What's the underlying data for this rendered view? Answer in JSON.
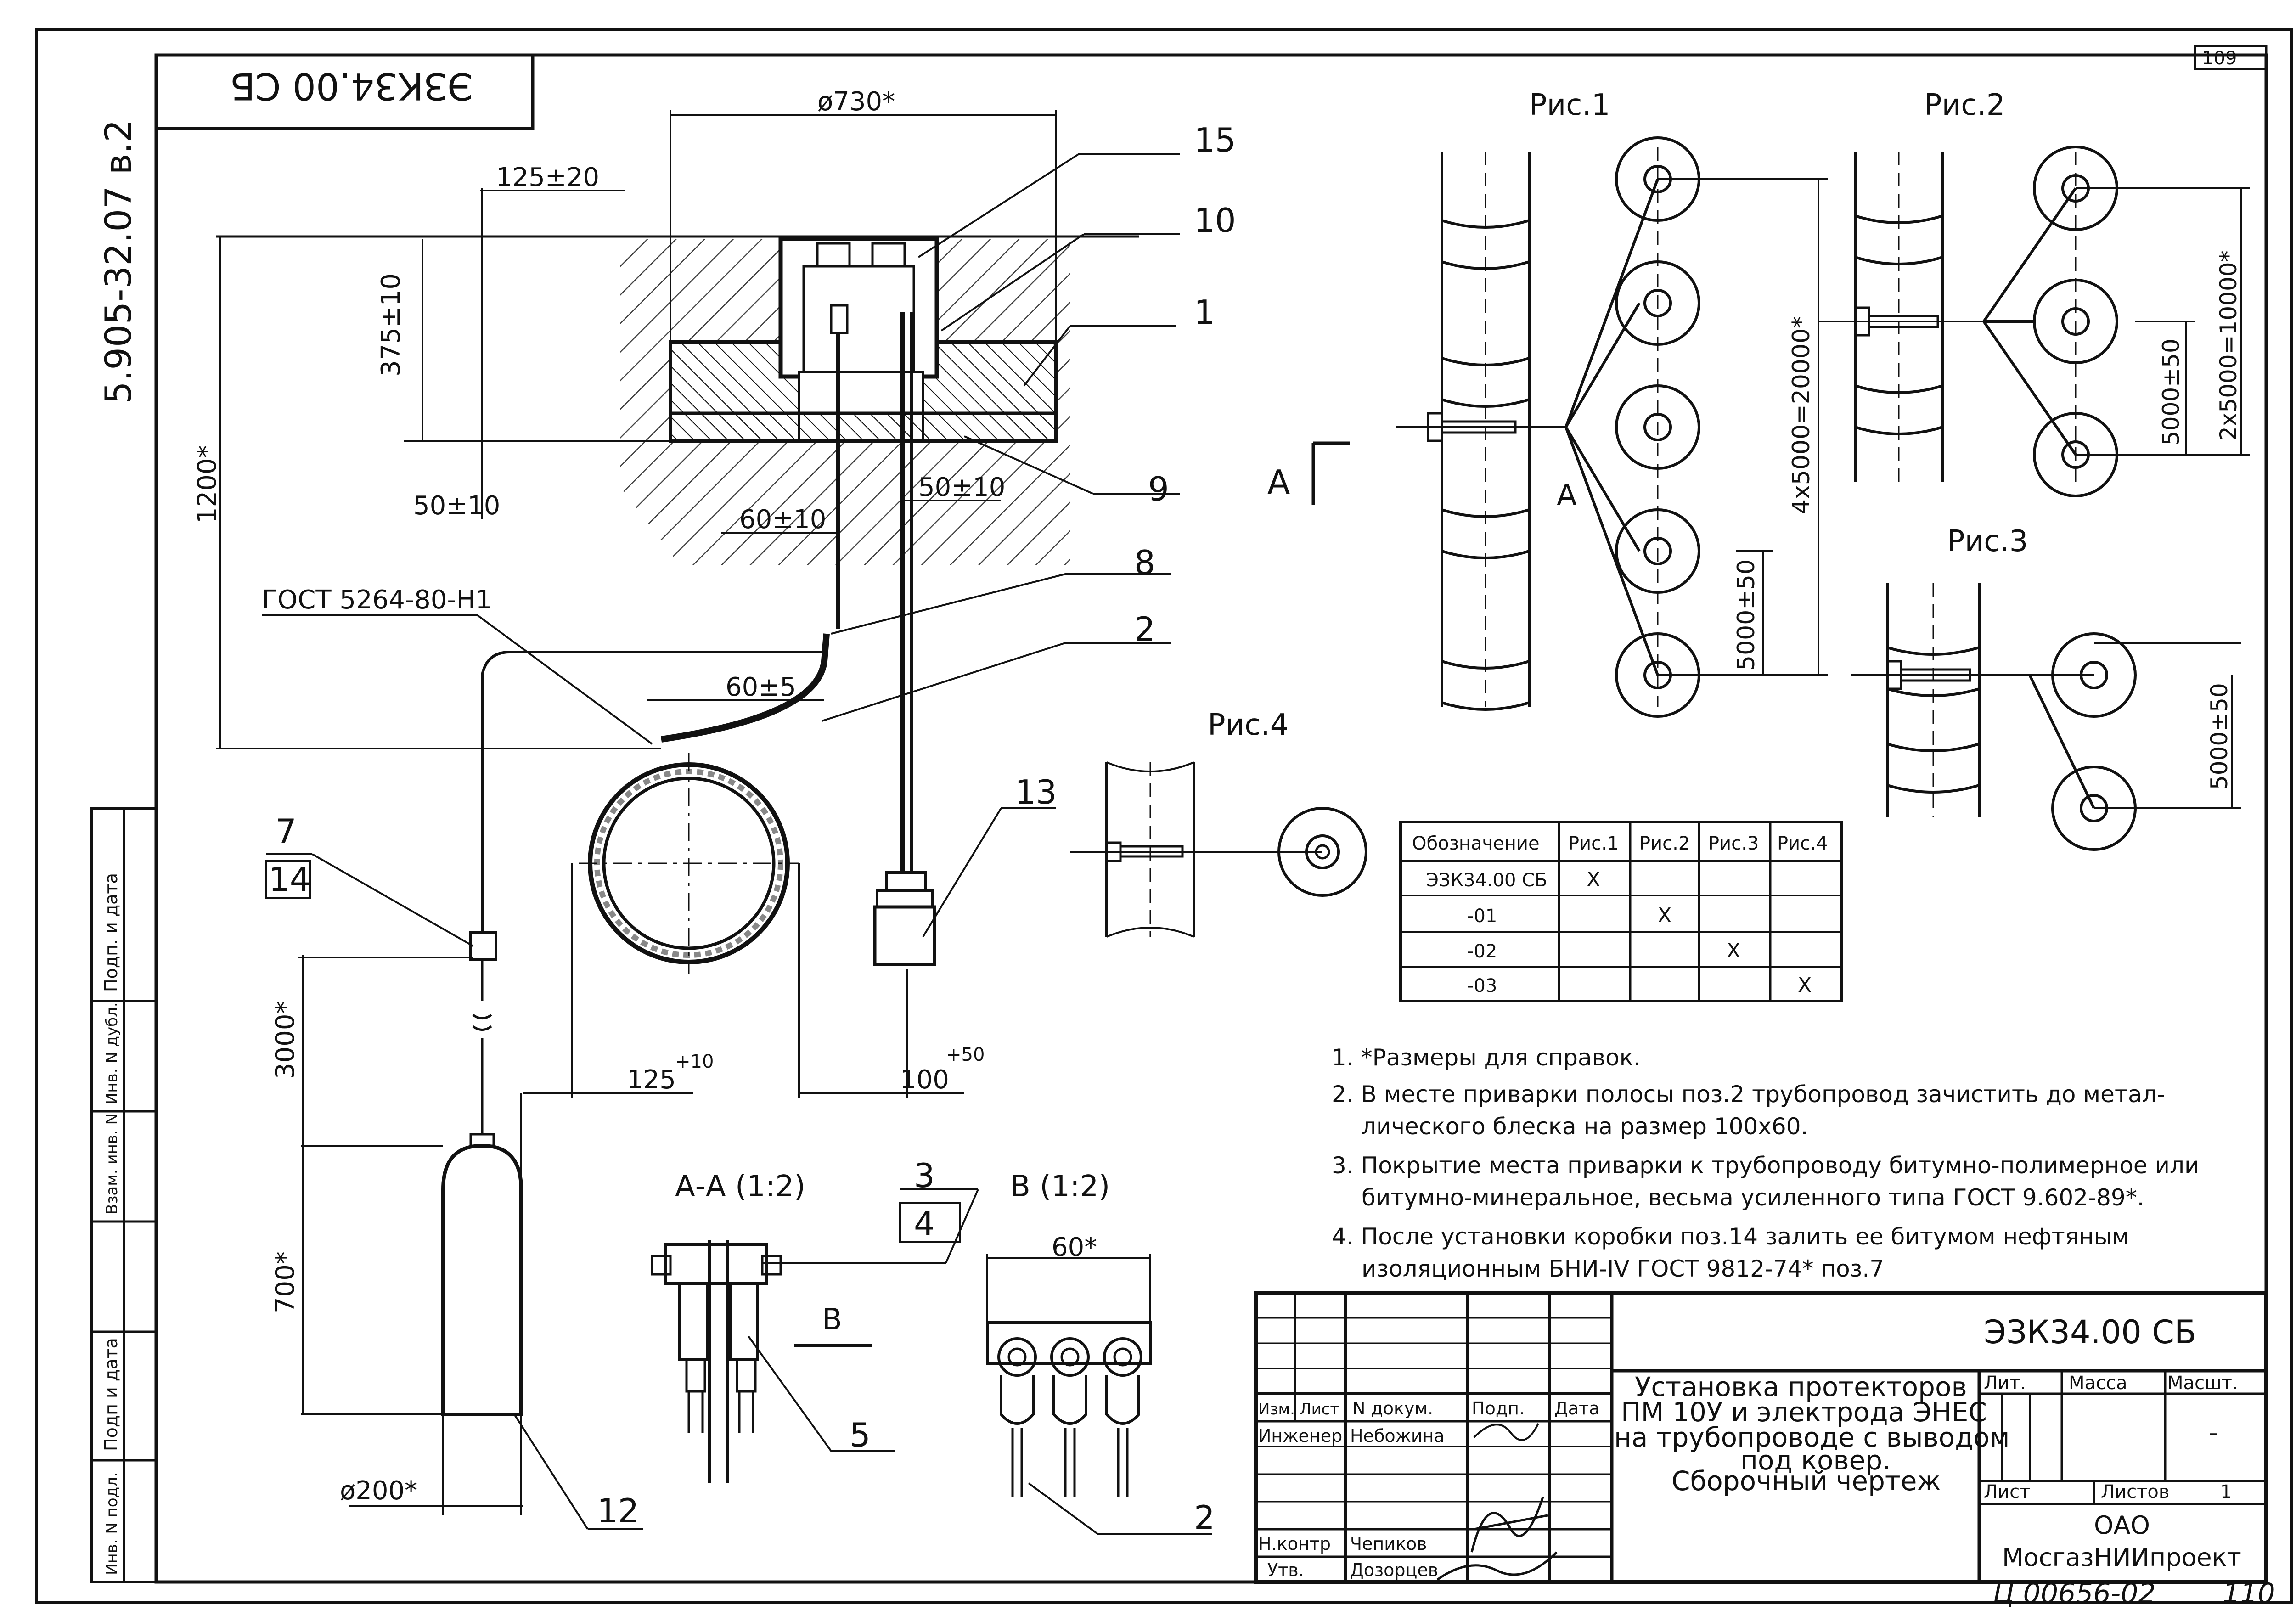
{
  "corner_number": "109",
  "top_stamp": "ЭЗК34.00 СБ",
  "side_code": "5.905-32.07 в.2",
  "left_stamp_labels": [
    "Подп. и дата",
    "Инв. N дубл.",
    "Взам. инв. N",
    "Подп и дата",
    "Инв. N подл."
  ],
  "dimensions": {
    "d730": "ø730*",
    "d125_20": "125±20",
    "d375_10": "375±10",
    "d1200": "1200*",
    "d50_10_left": "50±10",
    "d50_10_right": "50±10",
    "d60_10": "60±10",
    "d60_5": "60±5",
    "d3000": "3000*",
    "d700": "700*",
    "d200": "ø200*",
    "d125": "125",
    "d125_tol": "+10",
    "d100": "100",
    "d100_tol": "+50",
    "d60_star": "60*",
    "fig1_total": "4x5000=20000*",
    "fig1_step": "5000±50",
    "fig2_total": "2x5000=10000*",
    "fig2_step": "5000±50",
    "fig3_step": "5000±50"
  },
  "gost_label": "ГОСТ 5264-80-Н1",
  "positions": {
    "p15": "15",
    "p10": "10",
    "p1": "1",
    "p9": "9",
    "p8": "8",
    "p2": "2",
    "p13": "13",
    "p7": "7",
    "p14": "14",
    "p12": "12",
    "p3": "3",
    "p4": "4",
    "p5": "5",
    "p2b": "2"
  },
  "view_labels": {
    "a": "А",
    "a_small": "А",
    "section_aa": "А-А (1:2)",
    "view_b": "В (1:2)",
    "b": "В"
  },
  "figure_titles": {
    "fig1": "Рис.1",
    "fig2": "Рис.2",
    "fig3": "Рис.3",
    "fig4": "Рис.4"
  },
  "variant_table": {
    "headers": [
      "Обозначение",
      "Рис.1",
      "Рис.2",
      "Рис.3",
      "Рис.4"
    ],
    "rows": [
      [
        "ЭЗК34.00 СБ",
        "X",
        "",
        "",
        ""
      ],
      [
        "-01",
        "",
        "X",
        "",
        ""
      ],
      [
        "-02",
        "",
        "",
        "X",
        ""
      ],
      [
        "-03",
        "",
        "",
        "",
        "X"
      ]
    ]
  },
  "notes": [
    "1. *Размеры для справок.",
    "2. В месте приварки полосы поз.2 трубопровод зачистить до метал-",
    "лического блеска на размер 100х60.",
    "3. Покрытие места приварки к трубопроводу битумно-полимерное или",
    "битумно-минеральное, весьма усиленного типа ГОСТ 9.602-89*.",
    "4. После установки коробки поз.14 залить ее битумом нефтяным",
    "изоляционным БНИ-IV ГОСТ 9812-74* поз.7"
  ],
  "title_block": {
    "code": "ЭЗК34.00 СБ",
    "title_lines": [
      "Установка протекторов",
      "ПМ 10У и электрода ЭНЕС",
      "на трубопроводе с выводом",
      "под ковер.",
      "Сборочный чертеж"
    ],
    "col_headers": [
      "Изм.",
      "Лист",
      "N докум.",
      "Подп.",
      "Дата"
    ],
    "roles": [
      "Инженер",
      "Н.контр",
      "Утв."
    ],
    "names": [
      "Небожина",
      "Чепиков",
      "Дозорцев"
    ],
    "lit": "Лит.",
    "mass": "Масса",
    "scale": "Масшт.",
    "scale_value": "-",
    "sheet": "Лист",
    "sheets": "Листов",
    "sheets_value": "1",
    "org_line1": "ОАО",
    "org_line2": "МосгазНИИпроект"
  },
  "bottom_code": "Ц 00656-02",
  "bottom_page": "110"
}
